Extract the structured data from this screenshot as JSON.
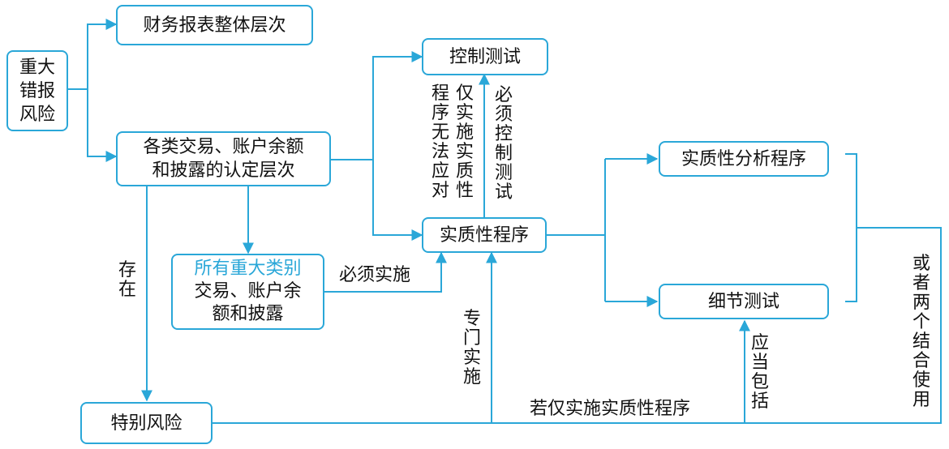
{
  "nodes": {
    "risk": [
      "重大",
      "错报",
      "风险"
    ],
    "fs_level": "财务报表整体层次",
    "assertion_level": [
      "各类交易、账户余额",
      "和披露的认定层次"
    ],
    "all_material": {
      "highlight": "所有重大类别",
      "lines": [
        "交易、账户余",
        "额和披露"
      ]
    },
    "significant_risk": "特别风险",
    "control_test": "控制测试",
    "substantive": "实质性程序",
    "analytical": "实质性分析程序",
    "detail_test": "细节测试"
  },
  "labels": {
    "exists": "存在",
    "must_implement": "必须实施",
    "only_substantive_1": "程序无法应对",
    "only_substantive_2": "仅实施实质性",
    "must_control": "必须控制测试",
    "special_implement": "专门实施",
    "if_only_substantive": "若仅实施实质性程序",
    "should_include": "应当包括",
    "or_combined": "或者两个结合使用"
  },
  "colors": {
    "line": "#2aa7d8",
    "text": "#111111"
  }
}
